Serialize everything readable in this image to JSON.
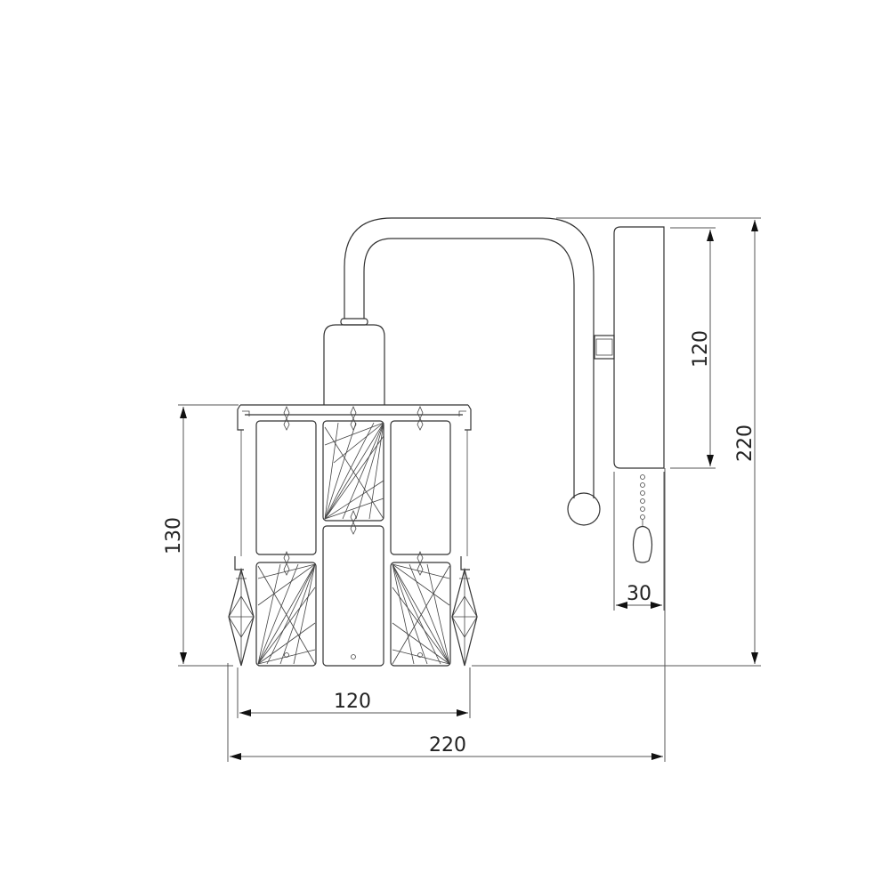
{
  "title": "Wall sconce technical drawing with crystal pendants",
  "line_color": "#333333",
  "background": "#ffffff",
  "dimensions": {
    "shade_height": {
      "label": "130",
      "unit": "mm",
      "orientation": "vertical"
    },
    "shade_width": {
      "label": "120",
      "unit": "mm",
      "orientation": "horizontal"
    },
    "total_width": {
      "label": "220",
      "unit": "mm",
      "orientation": "horizontal"
    },
    "wall_plate_height": {
      "label": "120",
      "unit": "mm",
      "orientation": "vertical"
    },
    "total_height": {
      "label": "220",
      "unit": "mm",
      "orientation": "vertical"
    },
    "wall_plate_depth": {
      "label": "30",
      "unit": "mm",
      "orientation": "horizontal"
    }
  },
  "components": [
    "wall-plate",
    "curved-arm",
    "lamp-holder-cup",
    "shade-frame",
    "crystal-panels",
    "side-pendants",
    "pull-chain-switch",
    "arm-end-knob"
  ]
}
